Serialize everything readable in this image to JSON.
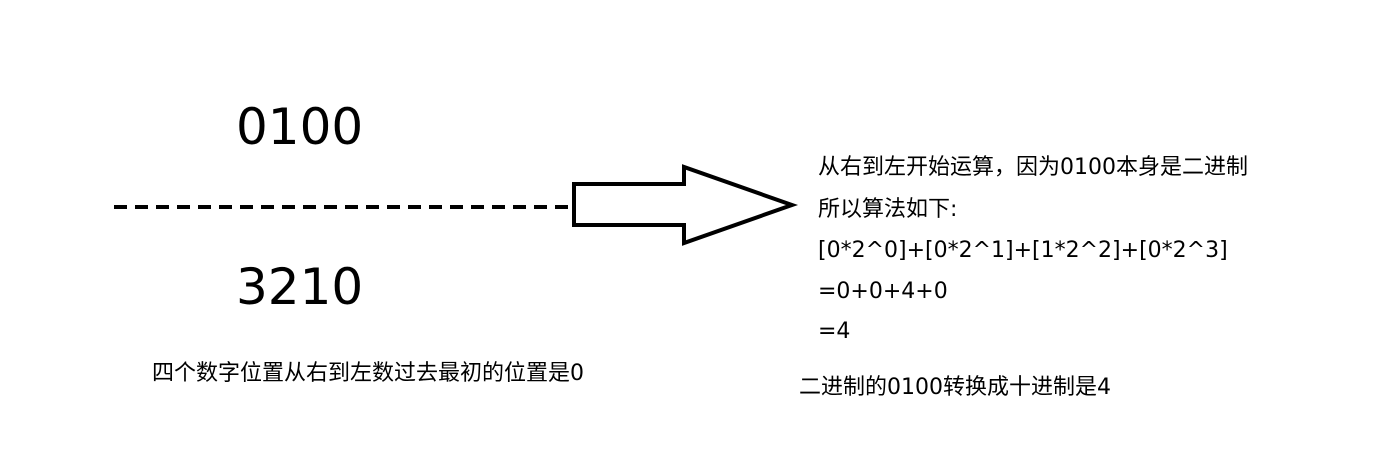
{
  "binary_number": "0100",
  "position_indices": "3210",
  "position_note": "四个数字位置从右到左数过去最初的位置是0",
  "explanation": {
    "intro_line": "从右到左开始运算，因为0100本身是二进制",
    "method_line": "所以算法如下:",
    "formula": "[0*2^0]+[0*2^1]+[1*2^2]+[0*2^3]",
    "sum": "=0+0+4+0",
    "result": "=4"
  },
  "conclusion": "二进制的0100转换成十进制是4"
}
